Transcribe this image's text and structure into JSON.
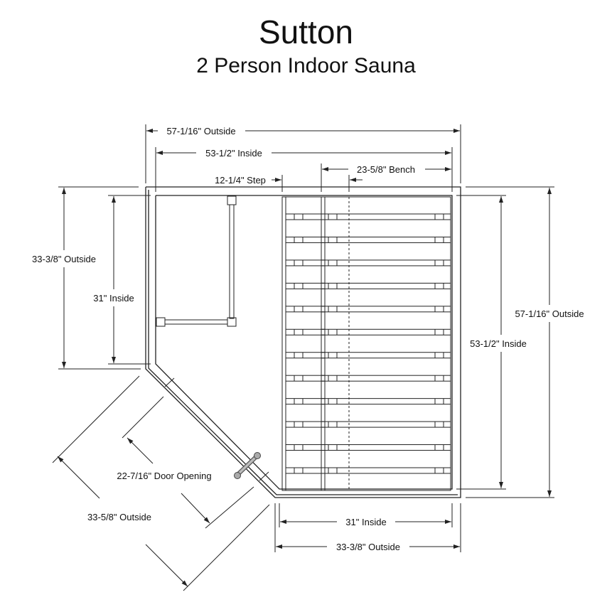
{
  "title": "Sutton",
  "subtitle": "2 Person Indoor Sauna",
  "dimensions": {
    "top_outside": "57-1/16\" Outside",
    "top_inside": "53-1/2\" Inside",
    "bench": "23-5/8\" Bench",
    "step": "12-1/4\" Step",
    "left_outside": "33-3/8\" Outside",
    "left_inside": "31\" Inside",
    "right_outside": "57-1/16\" Outside",
    "right_inside": "53-1/2\" Inside",
    "bottom_inside": "31\" Inside",
    "bottom_outside": "33-3/8\" Outside",
    "door_opening": "22-7/16\" Door Opening",
    "diagonal_outside": "33-5/8\" Outside"
  },
  "bench_slat_count": 12
}
